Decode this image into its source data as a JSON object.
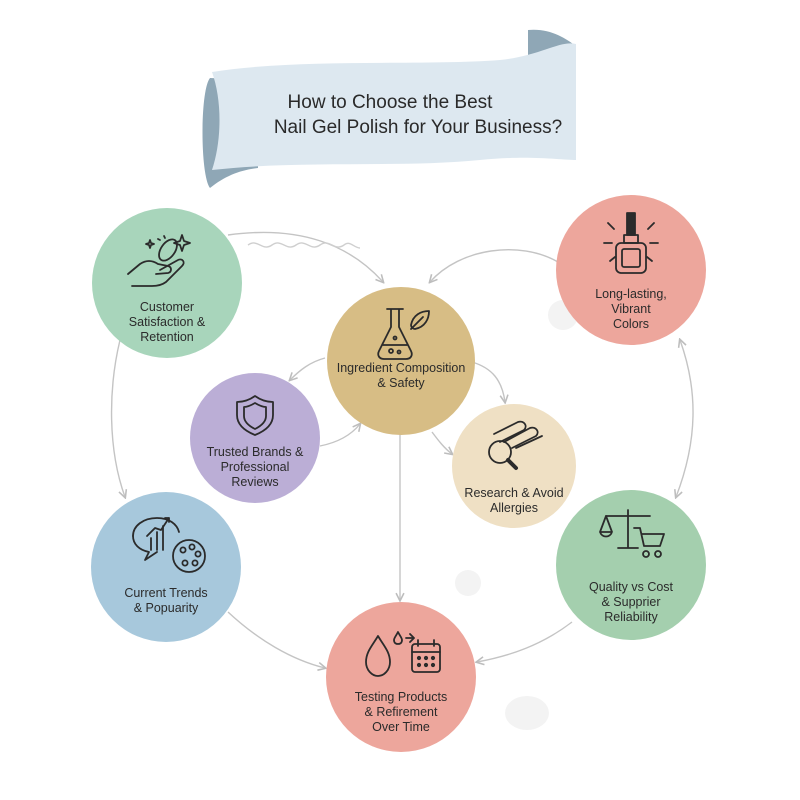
{
  "title": {
    "line1": "How to Choose the Best",
    "line2": "Nail Gel Polish for Your Business?"
  },
  "colors": {
    "banner_light": "#dde8f0",
    "banner_dark": "#8fa7b6",
    "arrow": "#c4c4c4",
    "green": "#a8d5bb",
    "tan": "#d7bd85",
    "salmon": "#eda69c",
    "lavender": "#bbaed6",
    "beige": "#efe0c4",
    "blue": "#a7c8dc",
    "sage": "#a4cfae"
  },
  "nodes": {
    "customer": {
      "icon": "hand-holding-sparkle-icon",
      "lines": [
        "Customer",
        "Satisfaction &",
        "Retention"
      ]
    },
    "ingredient": {
      "icon": "flask-leaf-icon",
      "lines": [
        "Ingredient Composition",
        "& Safety"
      ]
    },
    "longlasting": {
      "icon": "nail-polish-bottle-icon",
      "lines": [
        "Long-lasting,",
        "Vibrant",
        "Colors"
      ]
    },
    "trusted": {
      "icon": "shield-icon",
      "lines": [
        "Trusted Brands &",
        "Professional Reviews"
      ]
    },
    "research": {
      "icon": "magnifier-tubes-icon",
      "lines": [
        "Research & Avoid",
        "Allergies"
      ]
    },
    "trends": {
      "icon": "chart-palette-bubble-icon",
      "lines": [
        "Current Trends",
        "& Popuarity"
      ]
    },
    "quality": {
      "icon": "scale-cart-icon",
      "lines": [
        "Quality vs Cost",
        "& Supprier",
        "Reliability"
      ]
    },
    "testing": {
      "icon": "drop-calendar-icon",
      "lines": [
        "Testing Products",
        "& Refirement",
        "Over Time"
      ]
    }
  }
}
